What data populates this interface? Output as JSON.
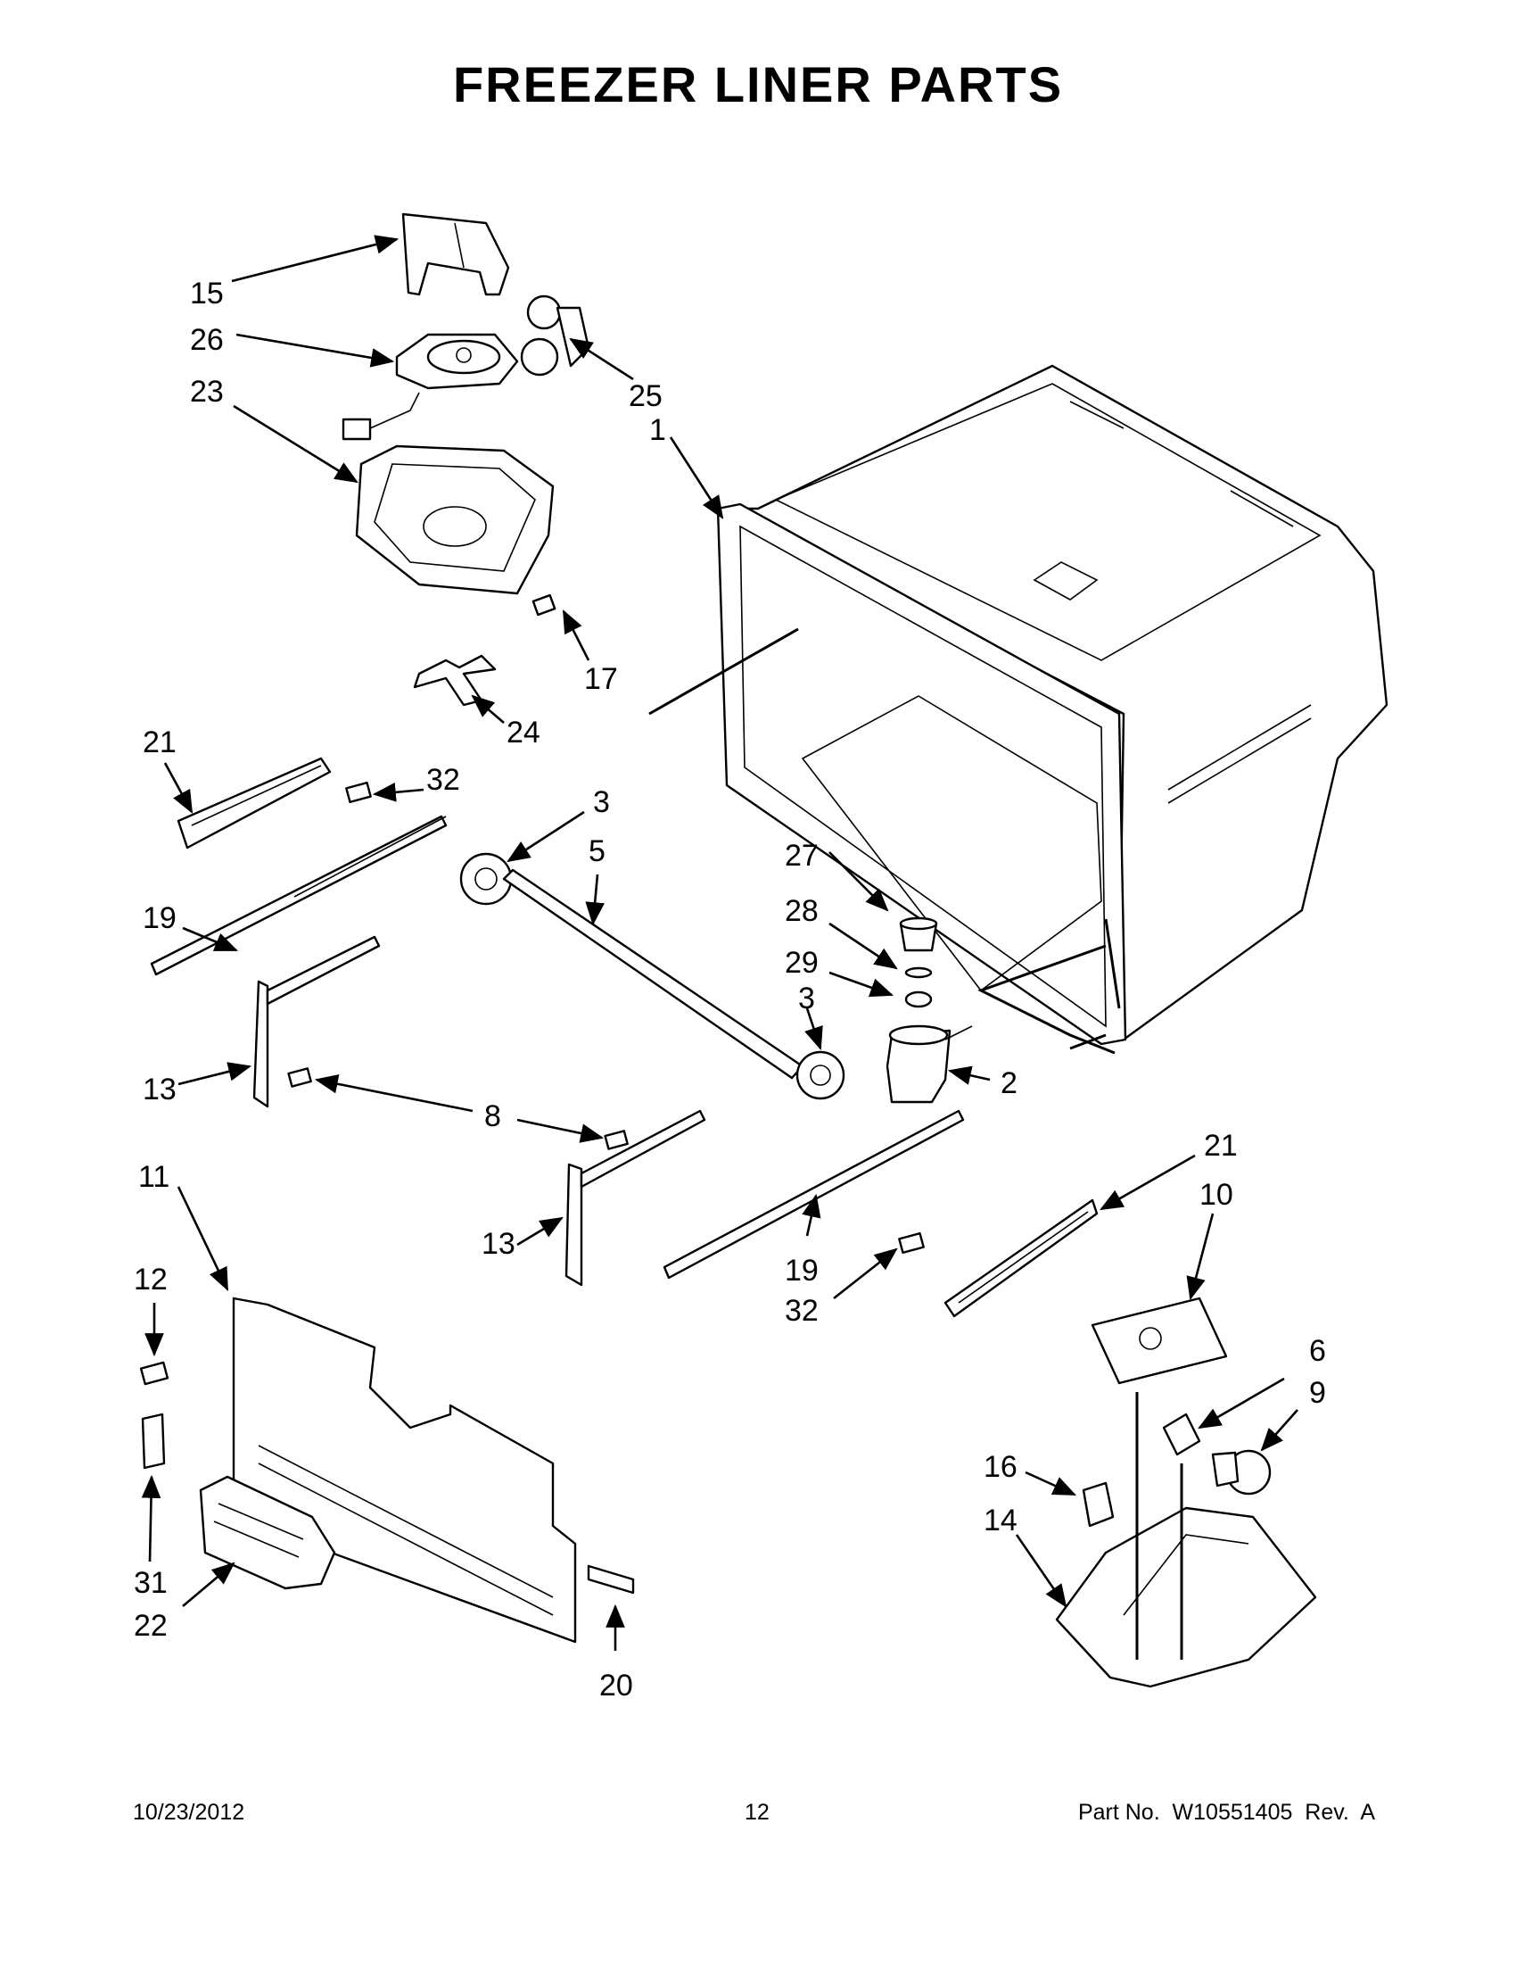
{
  "title": "FREEZER LINER PARTS",
  "footer": {
    "date": "10/23/2012",
    "page": "12",
    "part_number": "Part No.  W10551405  Rev.  A"
  },
  "callouts": {
    "c1": "1",
    "c2": "2",
    "c3a": "3",
    "c3b": "3",
    "c5": "5",
    "c6": "6",
    "c8": "8",
    "c9": "9",
    "c10": "10",
    "c11": "11",
    "c12": "12",
    "c13a": "13",
    "c13b": "13",
    "c14": "14",
    "c15": "15",
    "c16": "16",
    "c17": "17",
    "c19a": "19",
    "c19b": "19",
    "c20": "20",
    "c21a": "21",
    "c21b": "21",
    "c22": "22",
    "c23": "23",
    "c24": "24",
    "c25": "25",
    "c26": "26",
    "c27": "27",
    "c28": "28",
    "c29": "29",
    "c31": "31",
    "c32a": "32",
    "c32b": "32"
  }
}
